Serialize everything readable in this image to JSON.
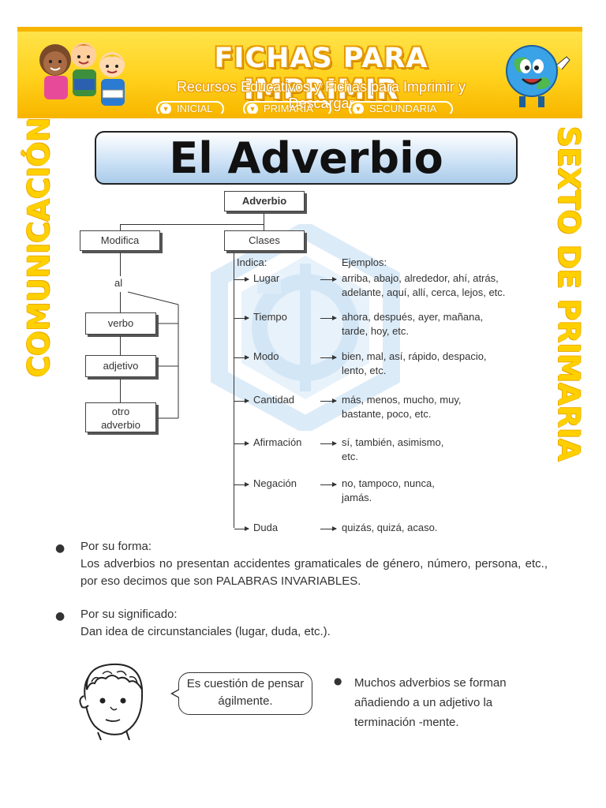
{
  "header": {
    "title": "FICHAS PARA IMPRIMIR",
    "subtitle": "Recursos Educativos y Fichas para Imprimir y Descargar",
    "nav": [
      "INICIAL",
      "PRIMARIA",
      "SECUNDARIA"
    ],
    "brand_color": "#ffd21e"
  },
  "side": {
    "left": "COMUNICACIÓN",
    "right": "SEXTO DE PRIMARIA"
  },
  "page_title": "El Adverbio",
  "diagram": {
    "root": "Adverbio",
    "modifica": "Modifica",
    "clases": "Clases",
    "al": "al",
    "targets": [
      "verbo",
      "adjetivo",
      "otro adverbio"
    ],
    "indica_header": "Indica:",
    "ejemplos_header": "Ejemplos:",
    "classes": [
      {
        "name": "Lugar",
        "ex1": "arriba, abajo, alrededor, ahí, atrás,",
        "ex2": "adelante, aquí, allí, cerca, lejos, etc."
      },
      {
        "name": "Tiempo",
        "ex1": "ahora, después, ayer, mañana,",
        "ex2": "tarde, hoy, etc."
      },
      {
        "name": "Modo",
        "ex1": "bien, mal, así, rápido, despacio,",
        "ex2": "lento, etc."
      },
      {
        "name": "Cantidad",
        "ex1": "más, menos, mucho, muy,",
        "ex2": "bastante, poco, etc."
      },
      {
        "name": "Afirmación",
        "ex1": "sí, también, asimismo,",
        "ex2": "etc."
      },
      {
        "name": "Negación",
        "ex1": "no, tampoco, nunca,",
        "ex2": "jamás."
      },
      {
        "name": "Duda",
        "ex1": "quizás, quizá, acaso.",
        "ex2": ""
      }
    ]
  },
  "notes": {
    "forma_title": "Por su forma:",
    "forma_text": "Los adverbios no presentan accidentes gramaticales de género, número, persona, etc., por eso decimos que son PALABRAS INVARIABLES.",
    "significado_title": "Por su significado:",
    "significado_text": "Dan idea de circunstanciales (lugar, duda, etc.).",
    "bubble": "Es cuestión de pensar ágilmente.",
    "tip": "Muchos adverbios se forman añadiendo a un adjetivo la terminación -mente."
  },
  "icons": [
    "kids-illustration",
    "globe-mascot-icon",
    "watermark-logo",
    "boy-face-illustration"
  ]
}
